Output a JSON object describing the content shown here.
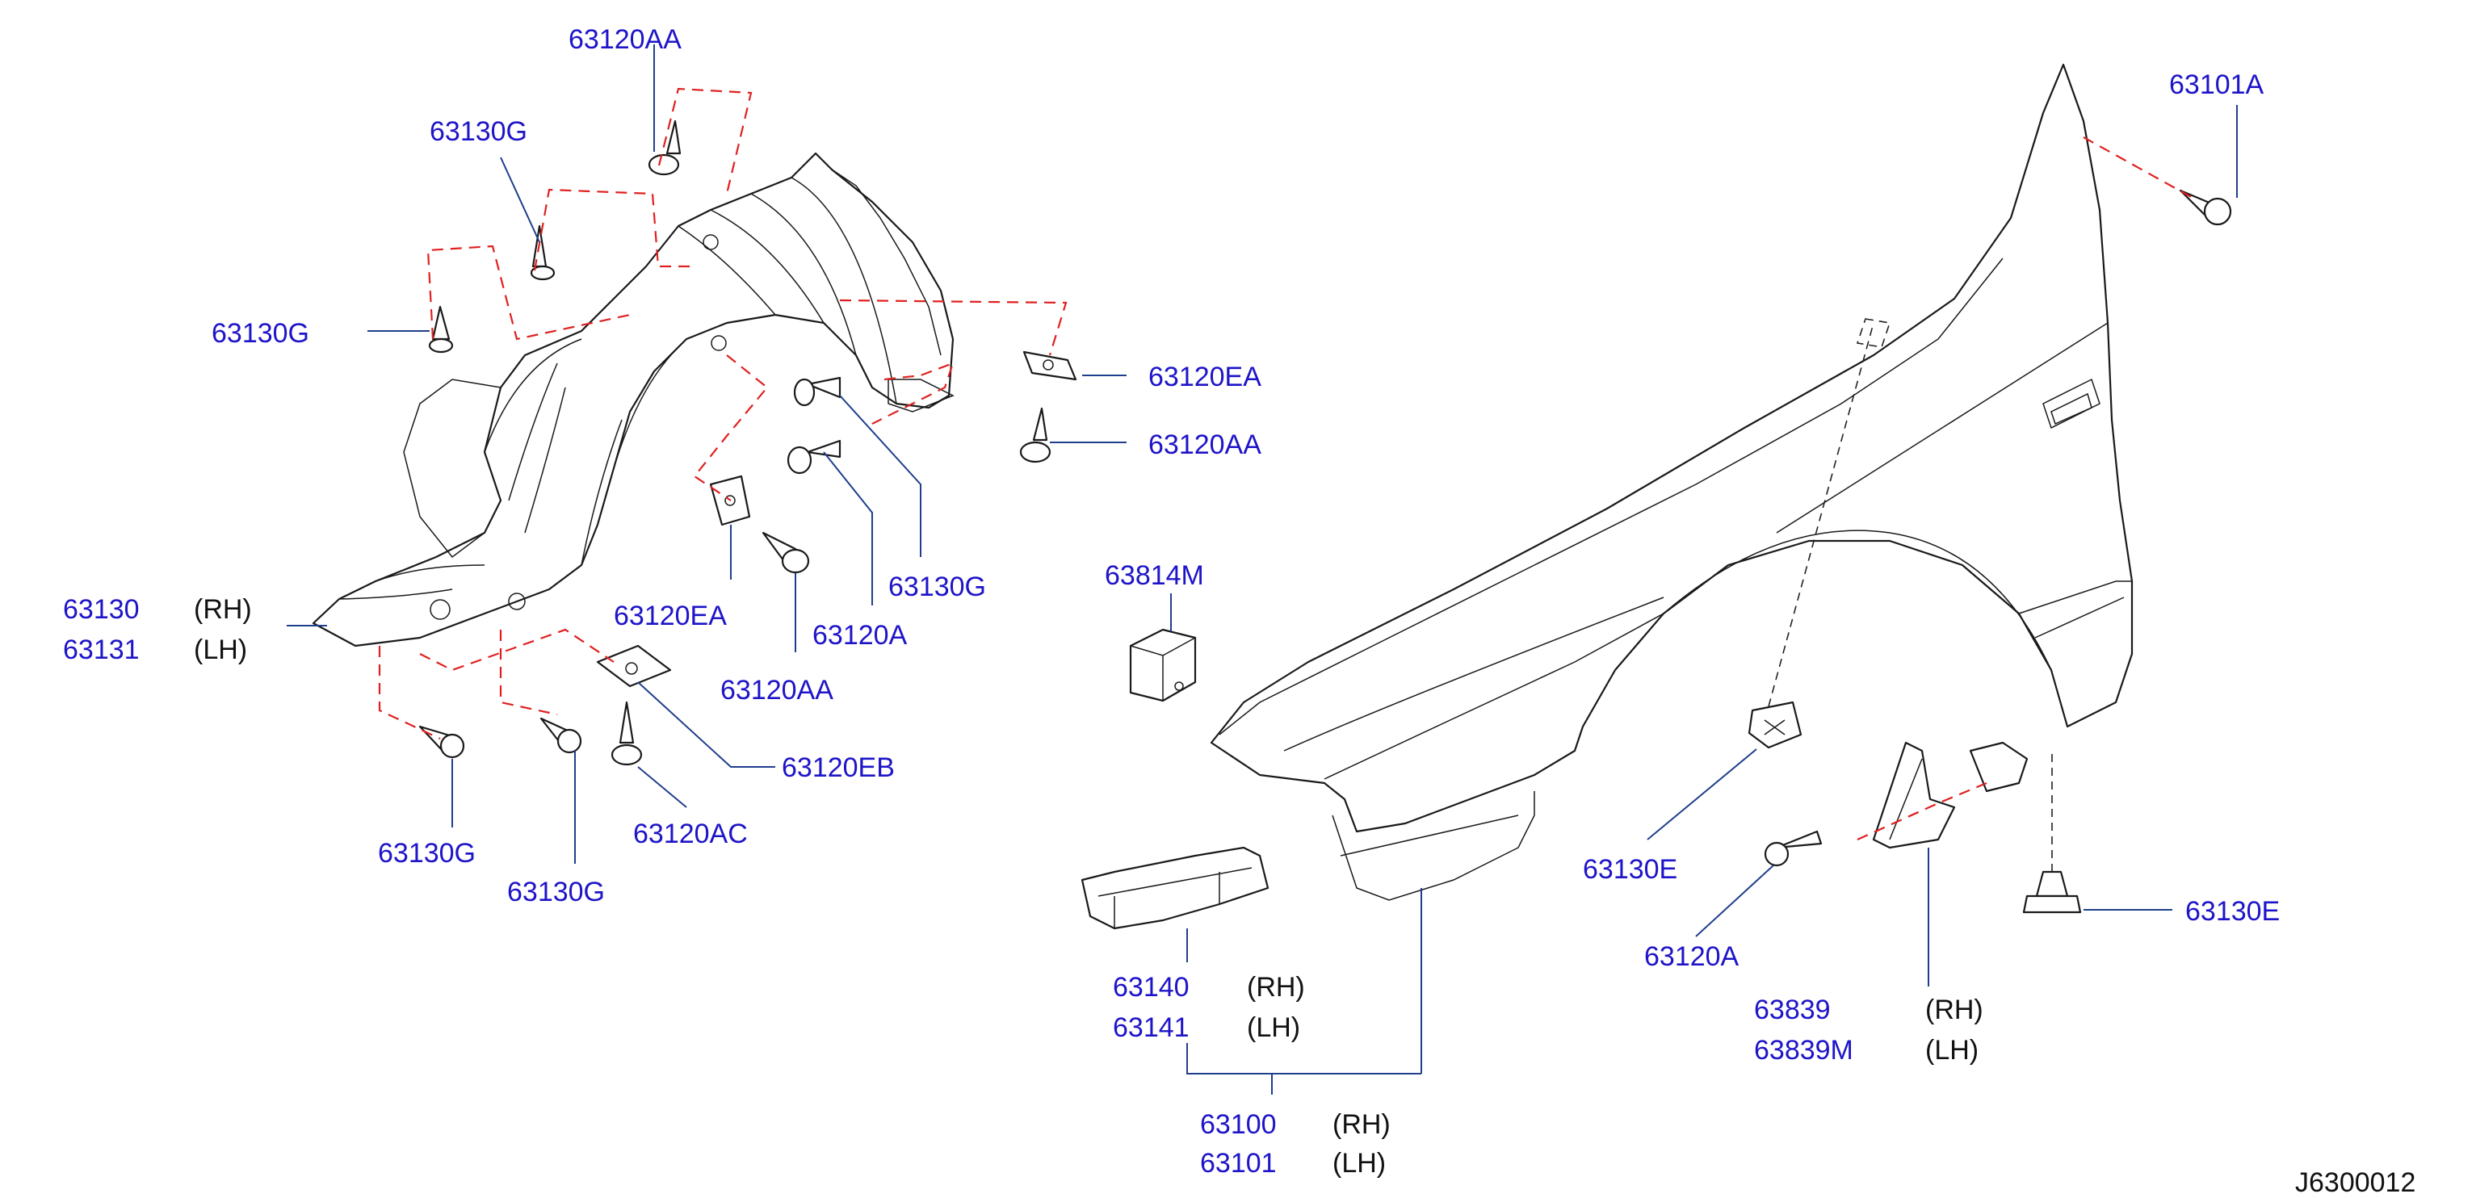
{
  "labels": {
    "l_63120AA_top": "63120AA",
    "l_63130G_a": "63130G",
    "l_63130G_b": "63130G",
    "l_63130": "63130",
    "l_63130_side": "(RH)",
    "l_63131": "63131",
    "l_63131_side": "(LH)",
    "l_63120EA_a": "63120EA",
    "l_63120AA_b": "63120AA",
    "l_63130G_c": "63130G",
    "l_63120EA_b": "63120EA",
    "l_63120A_a": "63120A",
    "l_63120AA_c": "63120AA",
    "l_63120EB": "63120EB",
    "l_63120AC": "63120AC",
    "l_63130G_d": "63130G",
    "l_63130G_e": "63130G",
    "l_63814M": "63814M",
    "l_63101A": "63101A",
    "l_63130E_a": "63130E",
    "l_63120A_b": "63120A",
    "l_63130E_b": "63130E",
    "l_63140": "63140",
    "l_63140_side": "(RH)",
    "l_63141": "63141",
    "l_63141_side": "(LH)",
    "l_63839": "63839",
    "l_63839_side": "(RH)",
    "l_63839M": "63839M",
    "l_63839M_side": "(LH)",
    "l_63100": "63100",
    "l_63100_side": "(RH)",
    "l_63101": "63101",
    "l_63101_side": "(LH)",
    "diagram_ref": "J6300012"
  },
  "colors": {
    "label": "#1e14c8",
    "leader": "#1f3f8c",
    "assembly_dash": "#e02020",
    "line_art": "#1a1a1a"
  }
}
